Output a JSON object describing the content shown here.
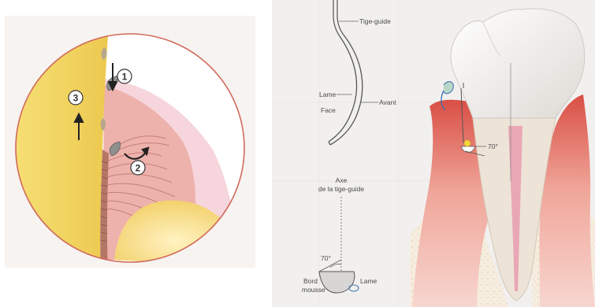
{
  "left_figure": {
    "step_labels": [
      "1",
      "2",
      "3"
    ]
  },
  "right_figure": {
    "curette_labels": {
      "shank": "Tige-guide",
      "blade": "Lame",
      "face": "Face",
      "front": "Avant"
    },
    "section_labels": {
      "axis_line1": "Axe",
      "axis_line2": "de la tige-guide",
      "angle": "70°",
      "edge_line1": "Bord",
      "edge_line2": "mousse",
      "blade": "Lame"
    },
    "tooth_labels": {
      "angle": "70°"
    }
  },
  "colors": {
    "tooth_root": "#f5dc73",
    "gingiva": "#efb9b0",
    "gingiva_light": "#f6d7da",
    "bone": "#fbe9b6",
    "circle_border": "#d36a5a",
    "enamel": "#f4f2ef",
    "red_gum": "#d9584a"
  }
}
